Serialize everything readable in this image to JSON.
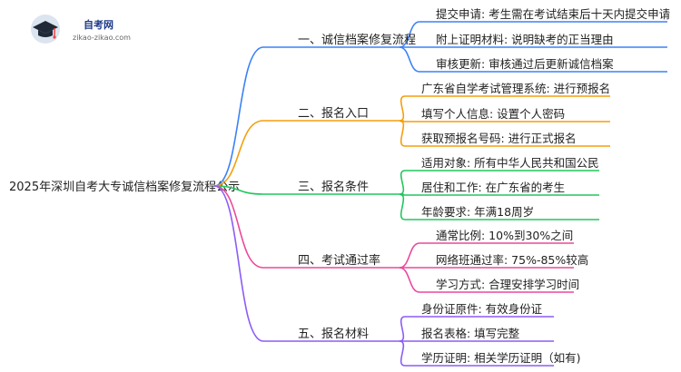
{
  "logo": {
    "title": "自考网",
    "subtitle": "zikao-zikao.com",
    "icon": "graduation-cap-icon",
    "colors": {
      "circle": "#dbe4ef",
      "cap": "#1f2937",
      "accent": "#ef4444"
    }
  },
  "root": "2025年深圳自考大专诚信档案修复流程公示",
  "branches": [
    {
      "label": "一、诚信档案修复流程",
      "color": "#3b82f6",
      "leaves": [
        "提交申请: 考生需在考试结束后十天内提交申请",
        "附上证明材料: 说明缺考的正当理由",
        "审核更新: 审核通过后更新诚信档案"
      ]
    },
    {
      "label": "二、报名入口",
      "color": "#f59e0b",
      "leaves": [
        "广东省自学考试管理系统: 进行预报名",
        "填写个人信息: 设置个人密码",
        "获取预报名号码: 进行正式报名"
      ]
    },
    {
      "label": "三、报名条件",
      "color": "#22c55e",
      "leaves": [
        "适用对象: 所有中华人民共和国公民",
        "居住和工作: 在广东省的考生",
        "年龄要求: 年满18周岁"
      ]
    },
    {
      "label": "四、考试通过率",
      "color": "#ec4899",
      "leaves": [
        "通常比例: 10%到30%之间",
        "网络班通过率: 75%-85%较高",
        "学习方式: 合理安排学习时间"
      ]
    },
    {
      "label": "五、报名材料",
      "color": "#8b5cf6",
      "leaves": [
        "身份证原件: 有效身份证",
        "报名表格: 填写完整",
        "学历证明: 相关学历证明（如有)"
      ]
    }
  ]
}
